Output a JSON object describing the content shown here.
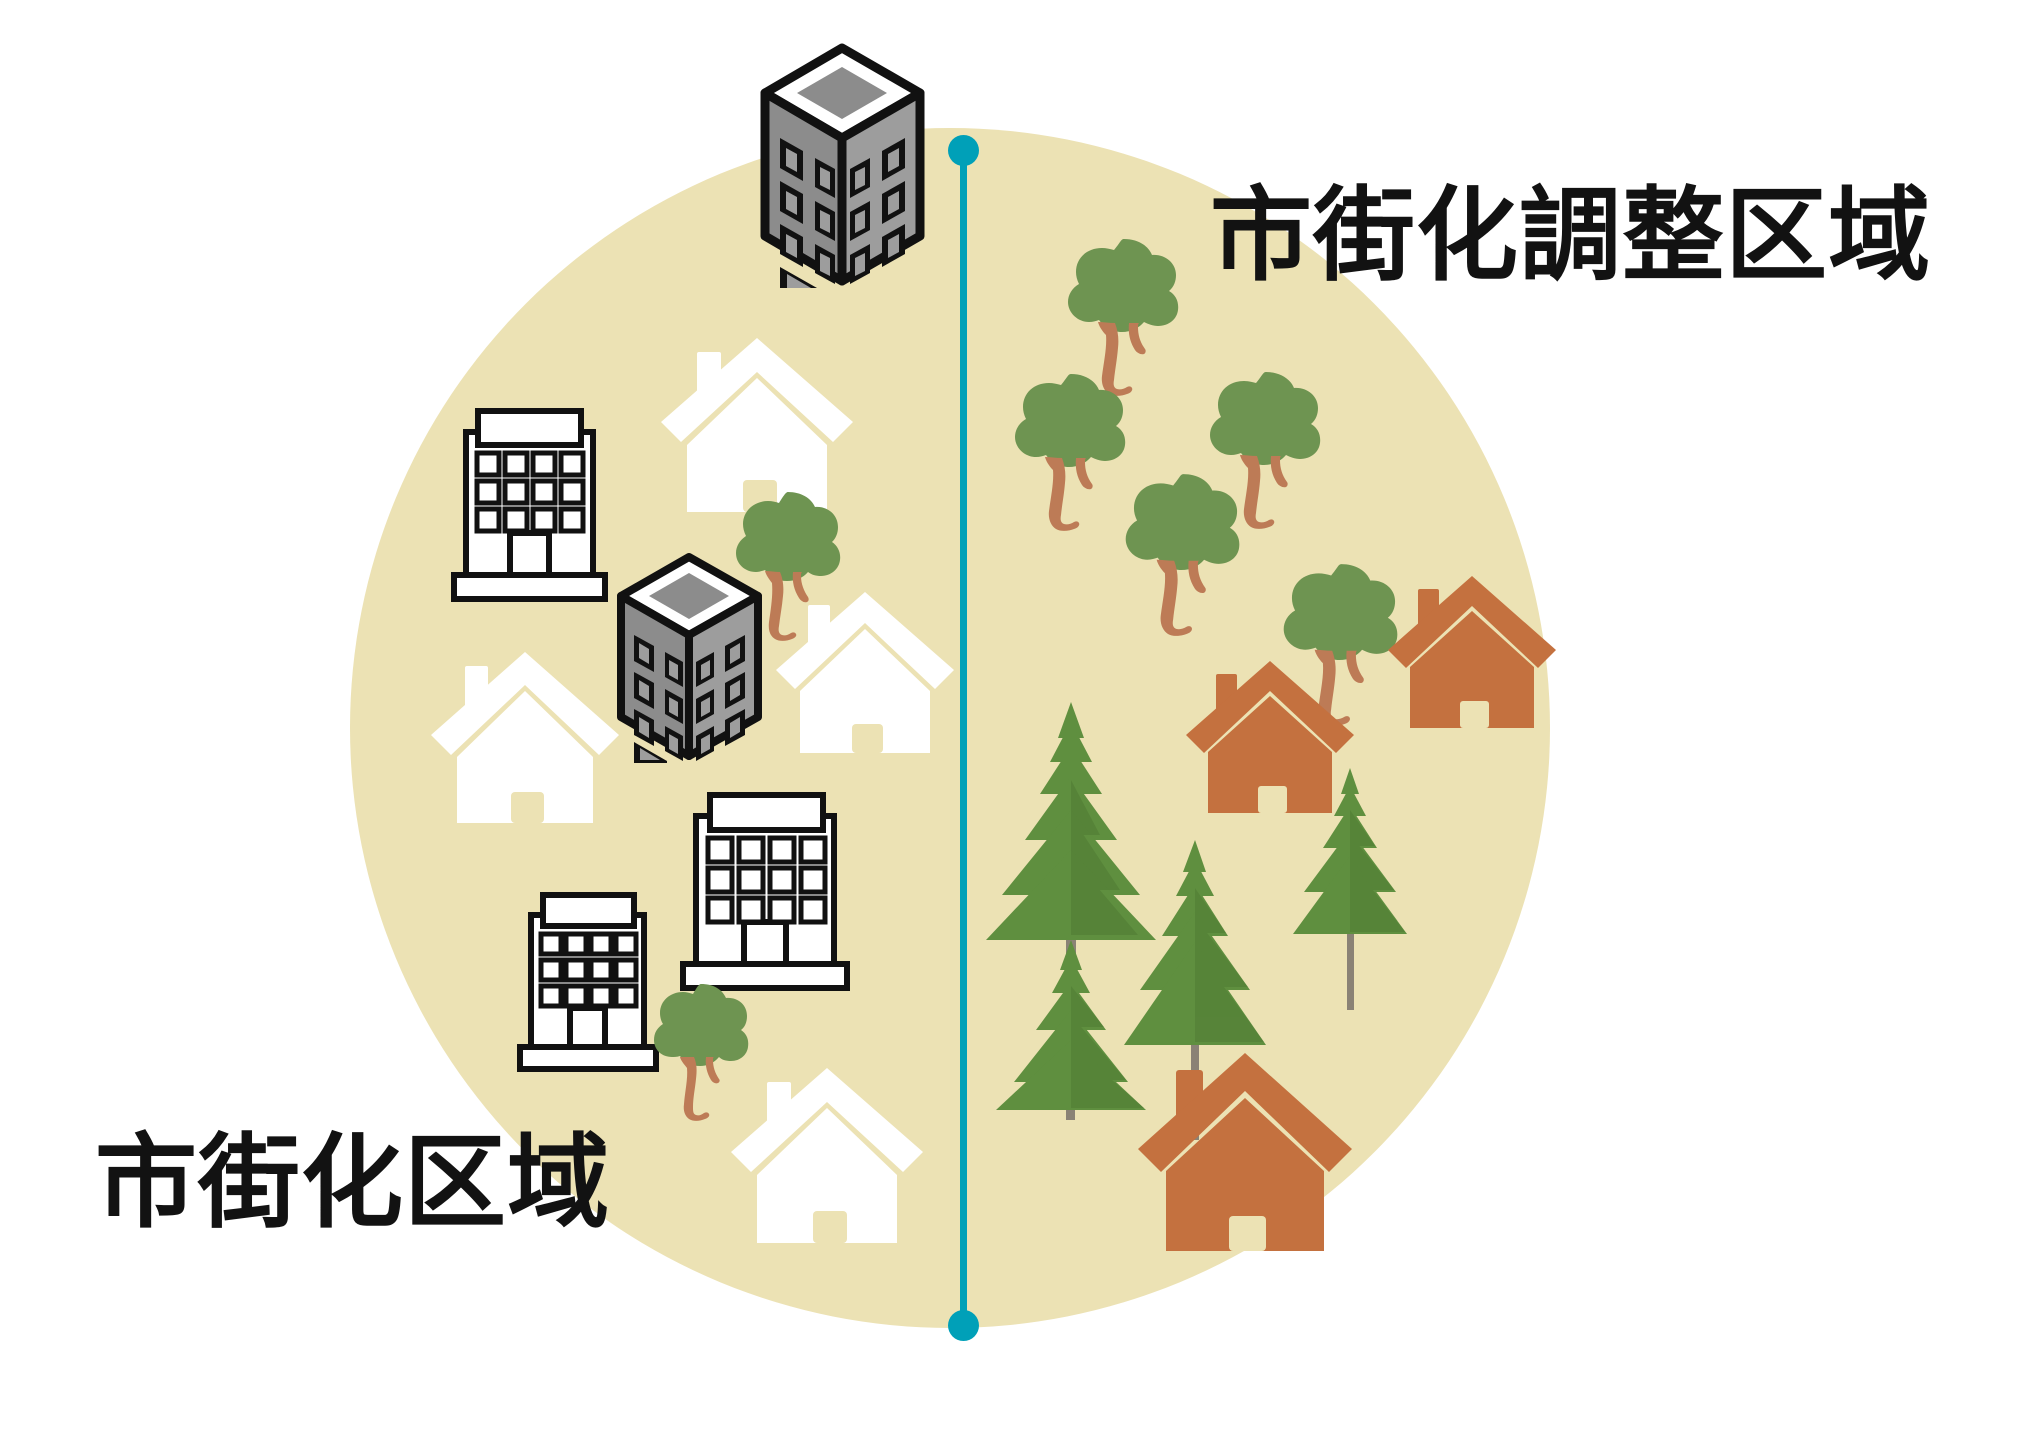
{
  "diagram": {
    "title_left": "市街化区域",
    "title_right": "市街化調整区域",
    "background_color": "#ffffff",
    "zone_circle_color": "#ece2b4",
    "divider_color": "#00a0b8",
    "label_color": "#121212",
    "palette": {
      "tower_body": "#8c8c8c",
      "tower_light": "#b3b3b3",
      "tower_outline": "#111111",
      "tower_roof_white": "#ffffff",
      "tower_roof_inner": "#8c8c8c",
      "office_fill": "#ffffff",
      "office_outline": "#111111",
      "house_white": "#ffffff",
      "house_terracotta": "#c4713f",
      "tree_canopy": "#6e9451",
      "tree_trunk": "#bd7b56",
      "conifer_green": "#5f8f3f"
    },
    "elements": {
      "zone_circle": "zone-circle",
      "divider": "divider-line",
      "divider_dot_top": "divider-dot-top",
      "divider_dot_bottom": "divider-dot-bottom"
    },
    "left_zone": {
      "name": "市街化区域",
      "description_icons": [
        "tower-building",
        "office-building",
        "house",
        "tree"
      ],
      "counts": {
        "towers": 2,
        "offices": 3,
        "houses": 4,
        "trees": 2
      }
    },
    "right_zone": {
      "name": "市街化調整区域",
      "description_icons": [
        "tree",
        "conifer",
        "house"
      ],
      "counts": {
        "deciduous_trees": 5,
        "conifers": 4,
        "houses": 3
      }
    }
  },
  "icons": {
    "tower_top_name": "tower-building-icon",
    "tower_mid_name": "tower-building-icon",
    "office_name": "office-building-icon",
    "house_name": "house-icon",
    "tree_name": "tree-icon",
    "conifer_name": "conifer-tree-icon"
  }
}
